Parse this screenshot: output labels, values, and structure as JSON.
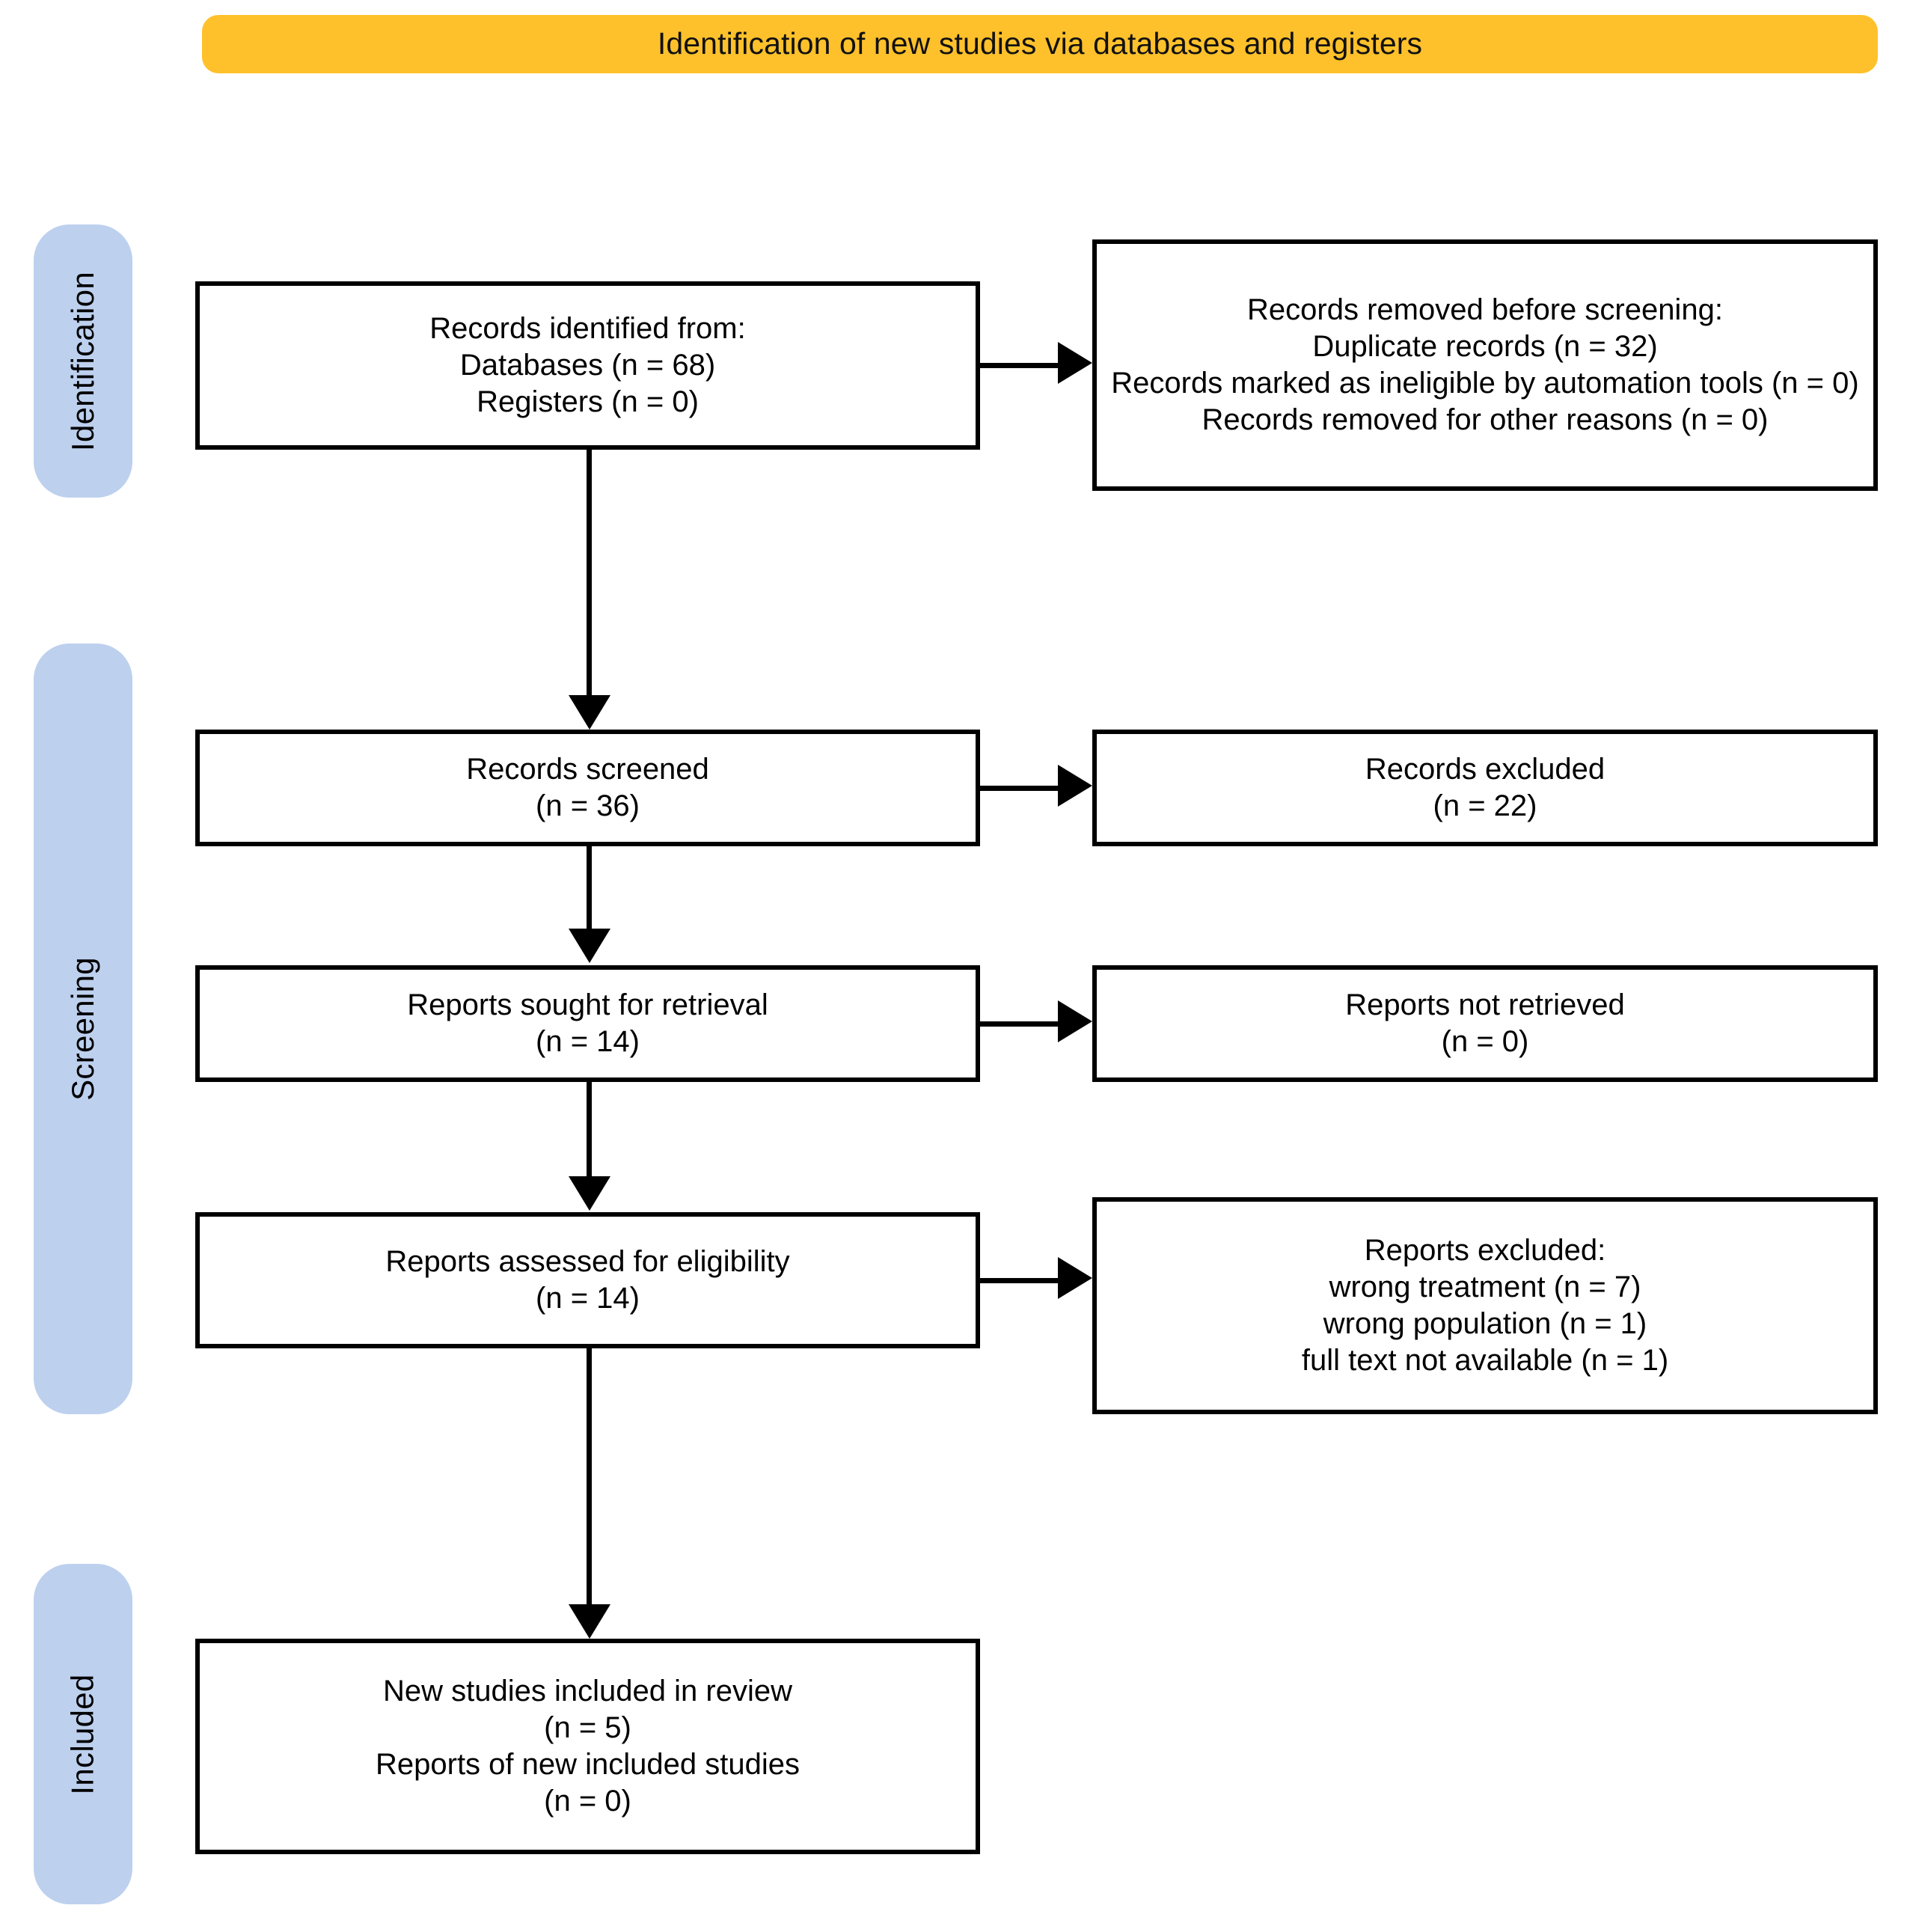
{
  "banner": {
    "title": "Identification of new studies via databases and registers",
    "color": "#FFC12B"
  },
  "stages": {
    "color": "#BDD0EE",
    "identification": "Identification",
    "screening": "Screening",
    "included": "Included"
  },
  "boxes": {
    "identified": {
      "line1": "Records identified from:",
      "line2": "Databases (n = 68)",
      "line3": "Registers (n = 0)"
    },
    "removed": {
      "line1": "Records removed before screening:",
      "line2": "Duplicate records (n = 32)",
      "line3": "Records marked as ineligible by automation tools (n = 0)",
      "line4": "Records removed for other reasons (n = 0)"
    },
    "screened": {
      "line1": "Records screened",
      "line2": "(n = 36)"
    },
    "records_excluded": {
      "line1": "Records excluded",
      "line2": "(n = 22)"
    },
    "sought": {
      "line1": "Reports sought for retrieval",
      "line2": "(n = 14)"
    },
    "not_retrieved": {
      "line1": "Reports not retrieved",
      "line2": "(n = 0)"
    },
    "eligibility": {
      "line1": "Reports assessed for eligibility",
      "line2": "(n = 14)"
    },
    "reports_excluded": {
      "line1": "Reports excluded:",
      "line2": "wrong treatment (n = 7)",
      "line3": "wrong population (n = 1)",
      "line4": "full text not available (n = 1)"
    },
    "included": {
      "line1": "New studies included in review",
      "line2": "(n = 5)",
      "line3": "Reports of new included studies",
      "line4": "(n = 0)"
    }
  },
  "flow_data": {
    "type": "prisma-flow-diagram",
    "counts": {
      "databases": 68,
      "registers": 0,
      "duplicate_records_removed": 32,
      "ineligible_by_automation": 0,
      "removed_other_reasons": 0,
      "records_screened": 36,
      "records_excluded": 22,
      "reports_sought": 14,
      "reports_not_retrieved": 0,
      "reports_assessed": 14,
      "excluded_wrong_treatment": 7,
      "excluded_wrong_population": 1,
      "excluded_full_text_unavailable": 1,
      "new_studies_included": 5,
      "reports_of_new_included_studies": 0
    }
  }
}
